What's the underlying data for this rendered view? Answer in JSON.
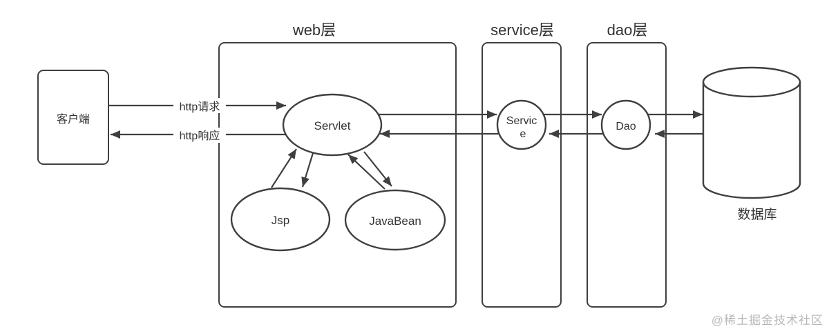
{
  "colors": {
    "stroke": "#3f3f3f",
    "text": "#333333",
    "background": "#ffffff",
    "watermark": "#b9b9b9"
  },
  "client": {
    "label": "客户端"
  },
  "connections": {
    "http_request": "http请求",
    "http_response": "http响应"
  },
  "layers": {
    "web": {
      "title": "web层"
    },
    "service": {
      "title": "service层"
    },
    "dao": {
      "title": "dao层"
    }
  },
  "nodes": {
    "servlet": "Servlet",
    "jsp": "Jsp",
    "javabean": "JavaBean",
    "service_line1": "Servic",
    "service_line2": "e",
    "dao": "Dao"
  },
  "database": {
    "label": "数据库"
  },
  "watermark": {
    "label": "@稀土掘金技术社区"
  }
}
